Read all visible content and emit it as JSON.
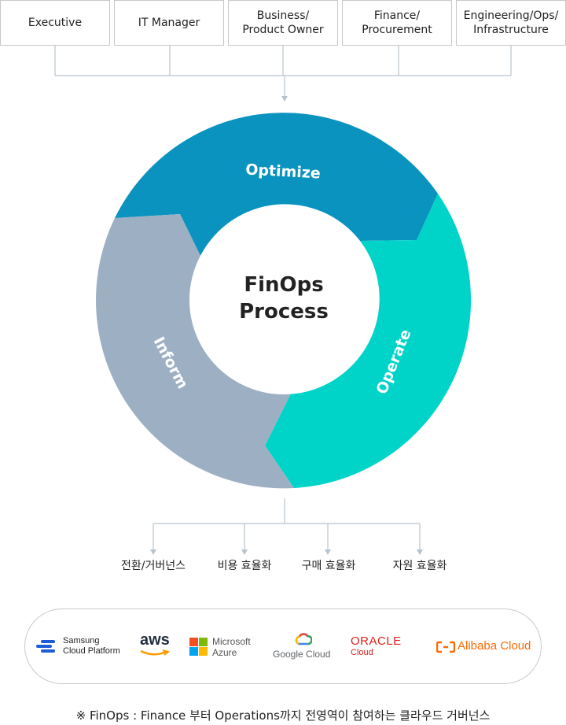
{
  "roles": [
    "Executive",
    "IT Manager",
    "Business/\nProduct Owner",
    "Finance/\nProcurement",
    "Engineering/Ops/\nInfrastructure"
  ],
  "cycle": {
    "center_title": "FinOps\nProcess",
    "phases": [
      {
        "label": "Optimize",
        "color": "#0a93bf"
      },
      {
        "label": "Operate",
        "color": "#00d4c9"
      },
      {
        "label": "Inform",
        "color": "#9db0c3"
      }
    ]
  },
  "outcomes": [
    "전환/거버넌스",
    "비용 효율화",
    "구매 효율화",
    "자원 효율화"
  ],
  "providers": {
    "samsung": {
      "line1": "Samsung",
      "line2": "Cloud Platform"
    },
    "aws": "aws",
    "microsoft": {
      "line1": "Microsoft",
      "line2": "Azure"
    },
    "google": "Google Cloud",
    "oracle": {
      "line1": "ORACLE",
      "line2": "Cloud"
    },
    "alibaba": "Alibaba Cloud"
  },
  "footnote": "※ FinOps : Finance 부터 Operations까지 전영역이 참여하는 클라우드 거버넌스",
  "colors": {
    "connector": "#b7c4cf",
    "oracle_red": "#e0221b",
    "alibaba_orange": "#ff6a00",
    "aws_orange": "#ff9900"
  }
}
